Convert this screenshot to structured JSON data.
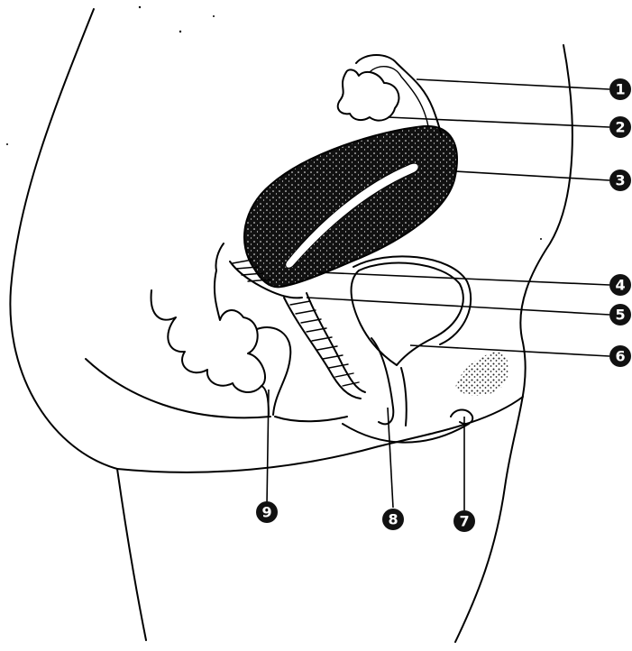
{
  "labels": [
    {
      "id": "label-1",
      "text": "1"
    },
    {
      "id": "label-2",
      "text": "2"
    },
    {
      "id": "label-3",
      "text": "3"
    },
    {
      "id": "label-4",
      "text": "4"
    },
    {
      "id": "label-5",
      "text": "5"
    },
    {
      "id": "label-6",
      "text": "6"
    },
    {
      "id": "label-7",
      "text": "7"
    },
    {
      "id": "label-8",
      "text": "8"
    },
    {
      "id": "label-9",
      "text": "9"
    }
  ],
  "colors": {
    "ink": "#000000",
    "background": "#ffffff"
  }
}
